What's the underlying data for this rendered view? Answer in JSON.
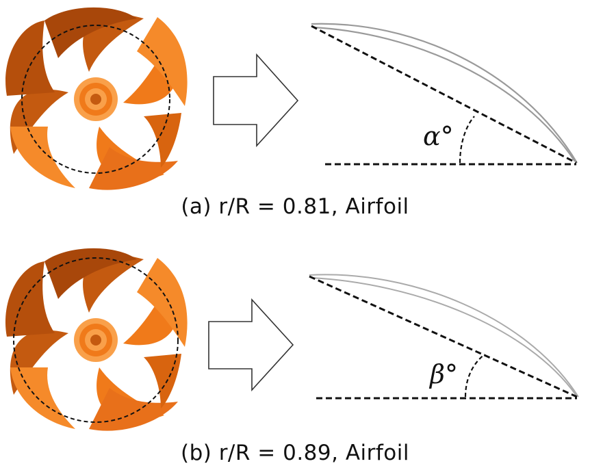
{
  "panels": [
    {
      "id": "a",
      "angle_symbol": "α°",
      "caption": "(a) r/R = 0.81, Airfoil"
    },
    {
      "id": "b",
      "angle_symbol": "β°",
      "caption": "(b) r/R = 0.89, Airfoil"
    }
  ],
  "colors": {
    "propeller_main": "#f07a1a",
    "propeller_dark": "#b84e0a",
    "propeller_light": "#f9a04a",
    "line": "#111111",
    "airfoil": "#999999"
  }
}
